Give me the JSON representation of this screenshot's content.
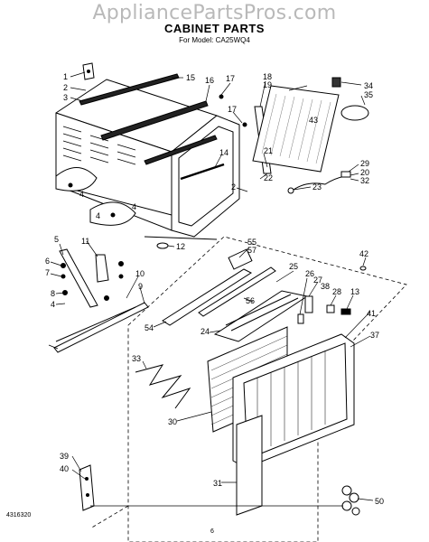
{
  "watermark": "AppliancePartsPros.com",
  "title": "CABINET PARTS",
  "subtitle": "For Model: CA25WQ4",
  "footer": {
    "doc_number": "4316320",
    "page": "6"
  },
  "callouts": [
    "1",
    "2",
    "3",
    "4",
    "4",
    "4",
    "4",
    "5",
    "6",
    "7",
    "8",
    "9",
    "10",
    "11",
    "12",
    "13",
    "14",
    "15",
    "16",
    "17",
    "17",
    "18",
    "19",
    "20",
    "21",
    "22",
    "23",
    "24",
    "25",
    "26",
    "27",
    "28",
    "29",
    "30",
    "31",
    "32",
    "33",
    "34",
    "35",
    "37",
    "38",
    "39",
    "40",
    "41",
    "42",
    "43",
    "50",
    "54",
    "55",
    "56",
    "57"
  ]
}
